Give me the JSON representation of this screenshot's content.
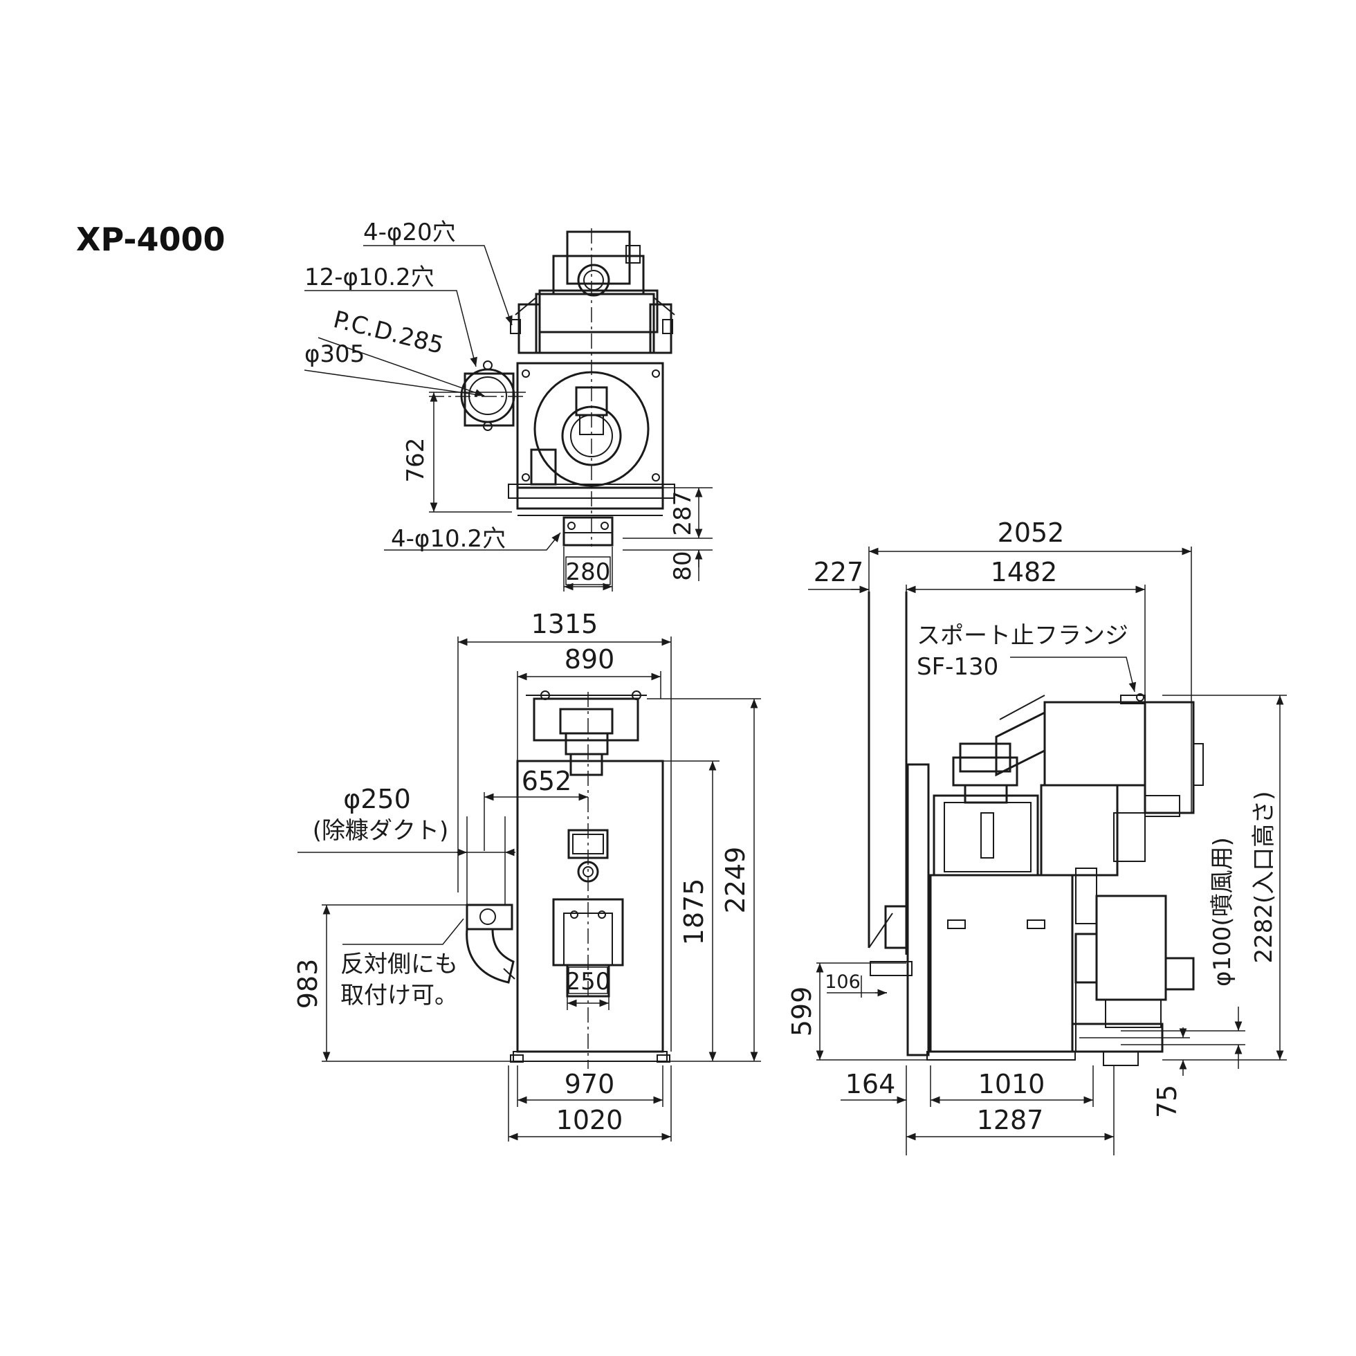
{
  "title": "XP-4000",
  "top_view": {
    "holes_4_20": "4-φ20穴",
    "holes_12_10": "12-φ10.2穴",
    "pcd": "P.C.D.285",
    "dia_305": "φ305",
    "dim_762": "762",
    "dim_287": "287",
    "holes_4_10": "4-φ10.2穴",
    "dim_80": "80",
    "dim_280": "280"
  },
  "front_view": {
    "dim_1315": "1315",
    "dim_890": "890",
    "dim_652": "652",
    "duct_dia": "φ250",
    "duct_name": "(除糠ダクト)",
    "dim_983": "983",
    "note_line1": "反対側にも",
    "note_line2": "取付け可。",
    "dim_250": "250",
    "dim_1875": "1875",
    "dim_2249": "2249",
    "dim_970": "970",
    "dim_1020": "1020"
  },
  "side_view": {
    "dim_2052": "2052",
    "dim_227": "227",
    "dim_1482": "1482",
    "spout_flange": "スポート止フランジ",
    "spout_model": "SF-130",
    "dim_106": "106",
    "dim_599": "599",
    "dim_164": "164",
    "dim_1010": "1010",
    "dim_1287": "1287",
    "dim_75": "75",
    "dim_phi100": "φ100(噴風用)",
    "dim_2282": "2282(入口高さ)"
  }
}
